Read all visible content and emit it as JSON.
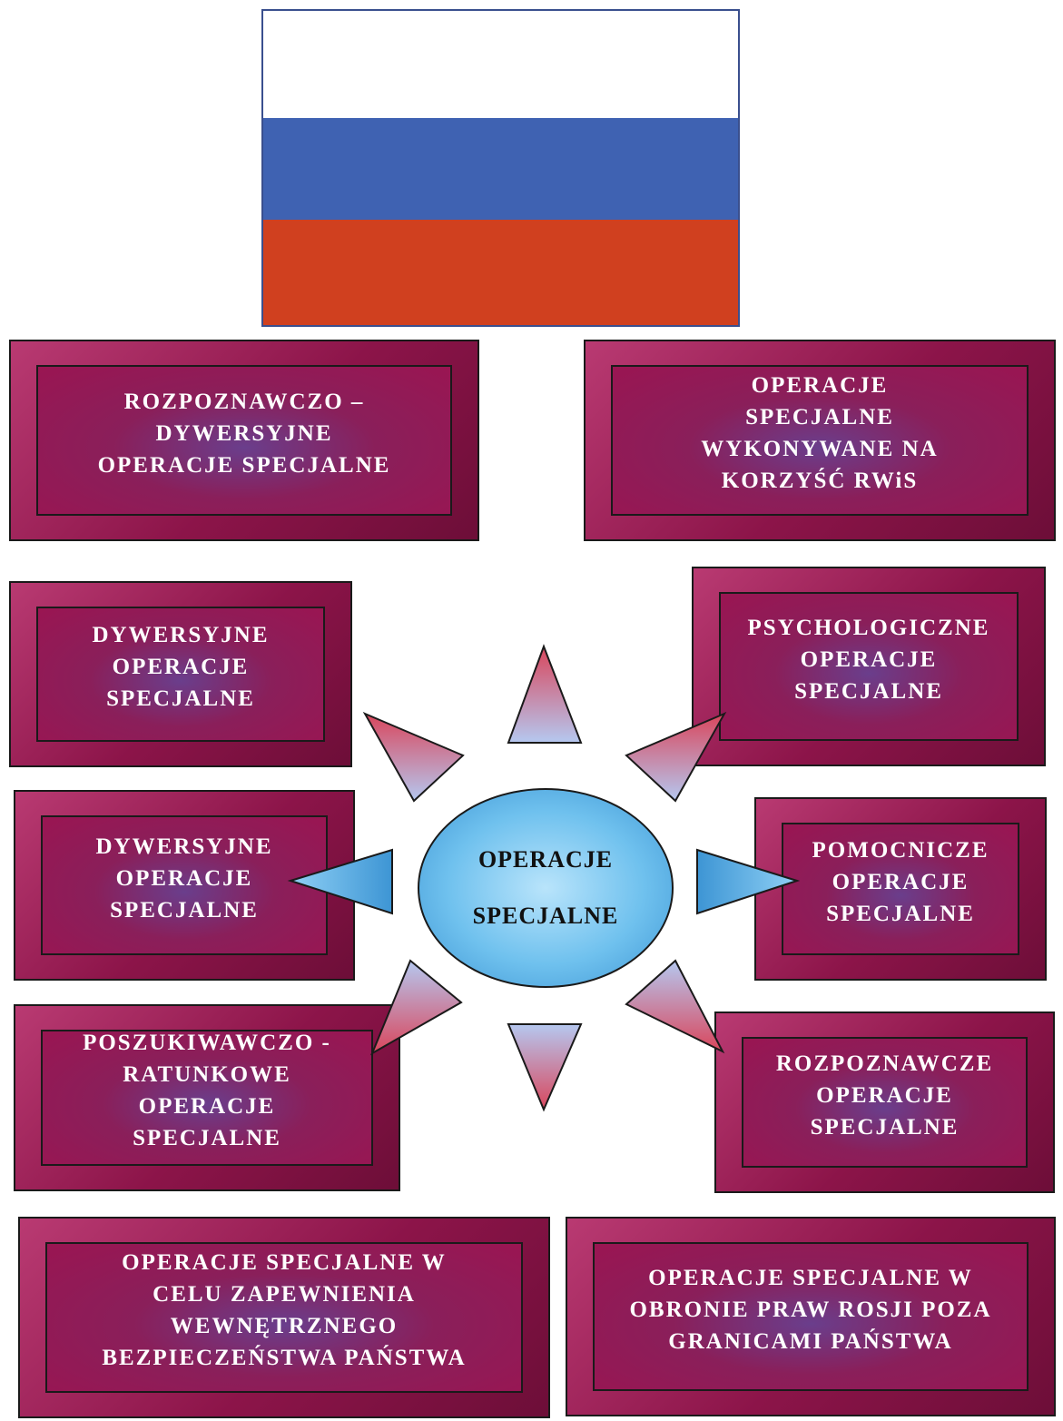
{
  "flag": {
    "colors": [
      "#ffffff",
      "#3f62b2",
      "#d0401f"
    ]
  },
  "center": {
    "line1": "OPERACJE",
    "line2": "SPECJALNE"
  },
  "boxes": {
    "top_left": "ROZPOZNAWCZO –\nDYWERSYJNE\nOPERACJE SPECJALNE",
    "top_right": "OPERACJE\nSPECJALNE\nWYKONYWANE NA\nKORZYŚĆ RWiS",
    "mid1_left": "DYWERSYJNE\nOPERACJE\nSPECJALNE",
    "mid1_right": "PSYCHOLOGICZNE\nOPERACJE\nSPECJALNE",
    "mid2_left": "DYWERSYJNE\nOPERACJE\nSPECJALNE",
    "mid2_right": "POMOCNICZE\nOPERACJE\nSPECJALNE",
    "mid3_left": "POSZUKIWAWCZO -\nRATUNKOWE\nOPERACJE\nSPECJALNE",
    "mid3_right": "ROZPOZNAWCZE\nOPERACJE\nSPECJALNE",
    "bottom_left": "OPERACJE SPECJALNE W\nCELU ZAPEWNIENIA\nWEWNĘTRZNEGO\nBEZPIECZEŃSTWA PAŃSTWA",
    "bottom_right": "OPERACJE SPECJALNE W\nOBRONIE PRAW ROSJI POZA\nGRANICAMI PAŃSTWA"
  }
}
